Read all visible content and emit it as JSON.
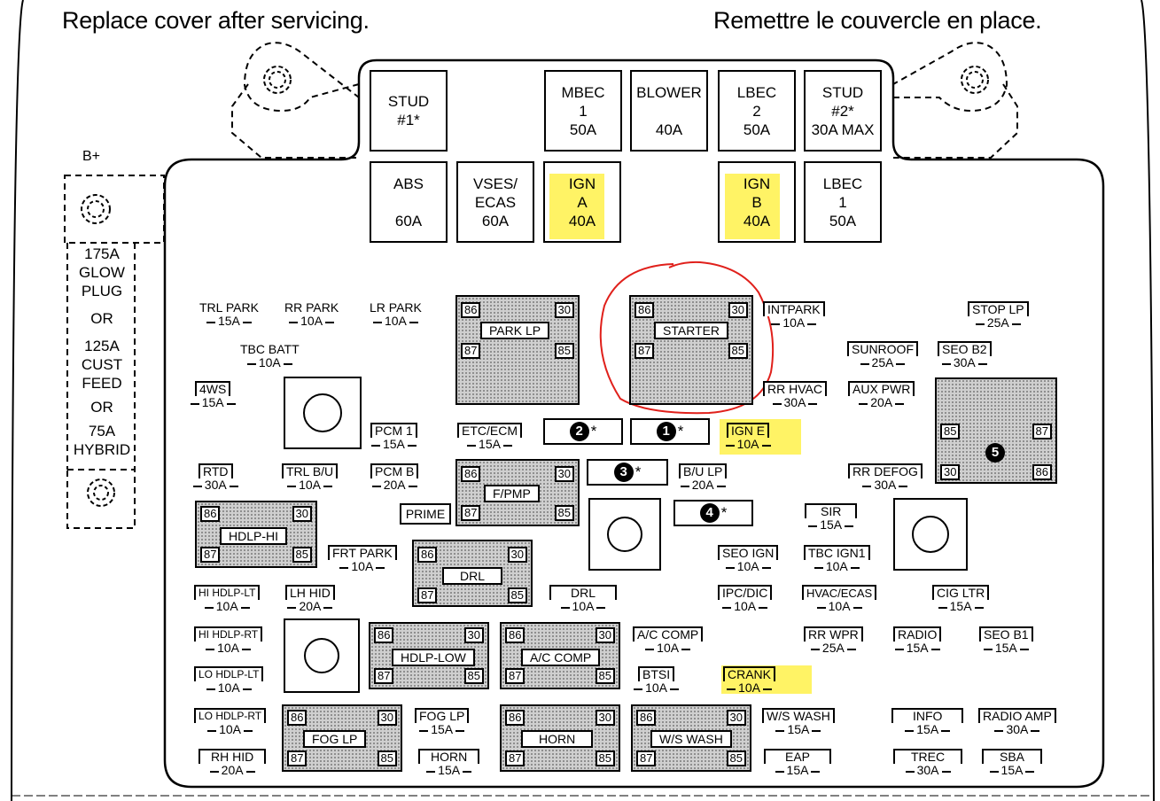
{
  "header": {
    "left": "Replace cover after servicing.",
    "right": "Remettre le couvercle en place."
  },
  "bplus": "B+",
  "side_text": [
    "175A",
    "GLOW",
    "PLUG",
    "OR",
    "125A",
    "CUST",
    "FEED",
    "OR",
    "75A",
    "HYBRID"
  ],
  "maxi_top": [
    {
      "lines": [
        "STUD",
        "#1*"
      ]
    },
    {
      "lines": [
        "MBEC",
        "1",
        "50A"
      ]
    },
    {
      "lines": [
        "BLOWER",
        "",
        "40A"
      ]
    },
    {
      "lines": [
        "LBEC",
        "2",
        "50A"
      ]
    },
    {
      "lines": [
        "STUD",
        "#2*",
        "30A MAX"
      ]
    }
  ],
  "maxi_second": [
    {
      "lines": [
        "ABS",
        "",
        "60A"
      ]
    },
    {
      "lines": [
        "VSES/",
        "ECAS",
        "60A"
      ]
    },
    {
      "lines": [
        "IGN",
        "A",
        "40A"
      ]
    },
    {
      "lines": [
        "IGN",
        "B",
        "40A"
      ]
    },
    {
      "lines": [
        "LBEC",
        "1",
        "50A"
      ]
    }
  ],
  "mini": [
    {
      "t": "TRL PARK",
      "a": "15A"
    },
    {
      "t": "RR PARK",
      "a": "10A"
    },
    {
      "t": "LR PARK",
      "a": "10A"
    },
    {
      "t": "TBC BATT",
      "a": "10A"
    },
    {
      "t": "4WS",
      "a": "15A"
    },
    {
      "t": "PCM 1",
      "a": "15A"
    },
    {
      "t": "ETC/ECM",
      "a": "15A"
    },
    {
      "t": "INTPARK",
      "a": "10A"
    },
    {
      "t": "STOP LP",
      "a": "25A"
    },
    {
      "t": "SUNROOF",
      "a": "25A"
    },
    {
      "t": "SEO B2",
      "a": "30A"
    },
    {
      "t": "RR HVAC",
      "a": "30A"
    },
    {
      "t": "AUX PWR",
      "a": "20A"
    },
    {
      "t": "IGN E",
      "a": "10A"
    },
    {
      "t": "RTD",
      "a": "30A"
    },
    {
      "t": "TRL B/U",
      "a": "10A"
    },
    {
      "t": "PCM B",
      "a": "20A"
    },
    {
      "t": "B/U LP",
      "a": "20A"
    },
    {
      "t": "RR DEFOG",
      "a": "30A"
    },
    {
      "t": "SIR",
      "a": "15A"
    },
    {
      "t": "FRT PARK",
      "a": "10A"
    },
    {
      "t": "SEO IGN",
      "a": "10A"
    },
    {
      "t": "TBC IGN1",
      "a": "10A"
    },
    {
      "t": "HI HDLP-LT",
      "a": "10A"
    },
    {
      "t": "LH HID",
      "a": "20A"
    },
    {
      "t": "DRL",
      "a": "10A"
    },
    {
      "t": "IPC/DIC",
      "a": "10A"
    },
    {
      "t": "HVAC/ECAS",
      "a": "10A"
    },
    {
      "t": "CIG LTR",
      "a": "15A"
    },
    {
      "t": "HI HDLP-RT",
      "a": "10A"
    },
    {
      "t": "A/C COMP",
      "a": "10A"
    },
    {
      "t": "RR WPR",
      "a": "25A"
    },
    {
      "t": "RADIO",
      "a": "15A"
    },
    {
      "t": "SEO B1",
      "a": "15A"
    },
    {
      "t": "LO HDLP-LT",
      "a": "10A"
    },
    {
      "t": "BTSI",
      "a": "10A"
    },
    {
      "t": "CRANK",
      "a": "10A"
    },
    {
      "t": "LO HDLP-RT",
      "a": "10A"
    },
    {
      "t": "FOG LP",
      "a": "15A"
    },
    {
      "t": "W/S WASH",
      "a": "15A"
    },
    {
      "t": "INFO",
      "a": "15A"
    },
    {
      "t": "RADIO AMP",
      "a": "30A"
    },
    {
      "t": "RH HID",
      "a": "20A"
    },
    {
      "t": "HORN",
      "a": "15A"
    },
    {
      "t": "EAP",
      "a": "15A"
    },
    {
      "t": "TREC",
      "a": "30A"
    },
    {
      "t": "SBA",
      "a": "15A"
    }
  ],
  "prime": "PRIME",
  "relays": [
    {
      "name": "PARK LP"
    },
    {
      "name": "STARTER"
    },
    {
      "name": "F/PMP"
    },
    {
      "name": "HDLP-HI"
    },
    {
      "name": "DRL"
    },
    {
      "name": "HDLP-LOW"
    },
    {
      "name": "A/C COMP"
    },
    {
      "name": "FOG LP"
    },
    {
      "name": "HORN"
    },
    {
      "name": "W/S WASH"
    }
  ],
  "relay5": {
    "label": "5"
  },
  "pins": {
    "p86": "86",
    "p30": "30",
    "p87": "87",
    "p85": "85"
  },
  "numbered": [
    {
      "n": "2",
      "star": "*"
    },
    {
      "n": "1",
      "star": "*"
    },
    {
      "n": "3",
      "star": "*"
    },
    {
      "n": "4",
      "star": "*"
    }
  ],
  "colors": {
    "highlight": "#fff14a",
    "annotation": "#e0201b",
    "relay_fill": "#cfcfcf"
  }
}
